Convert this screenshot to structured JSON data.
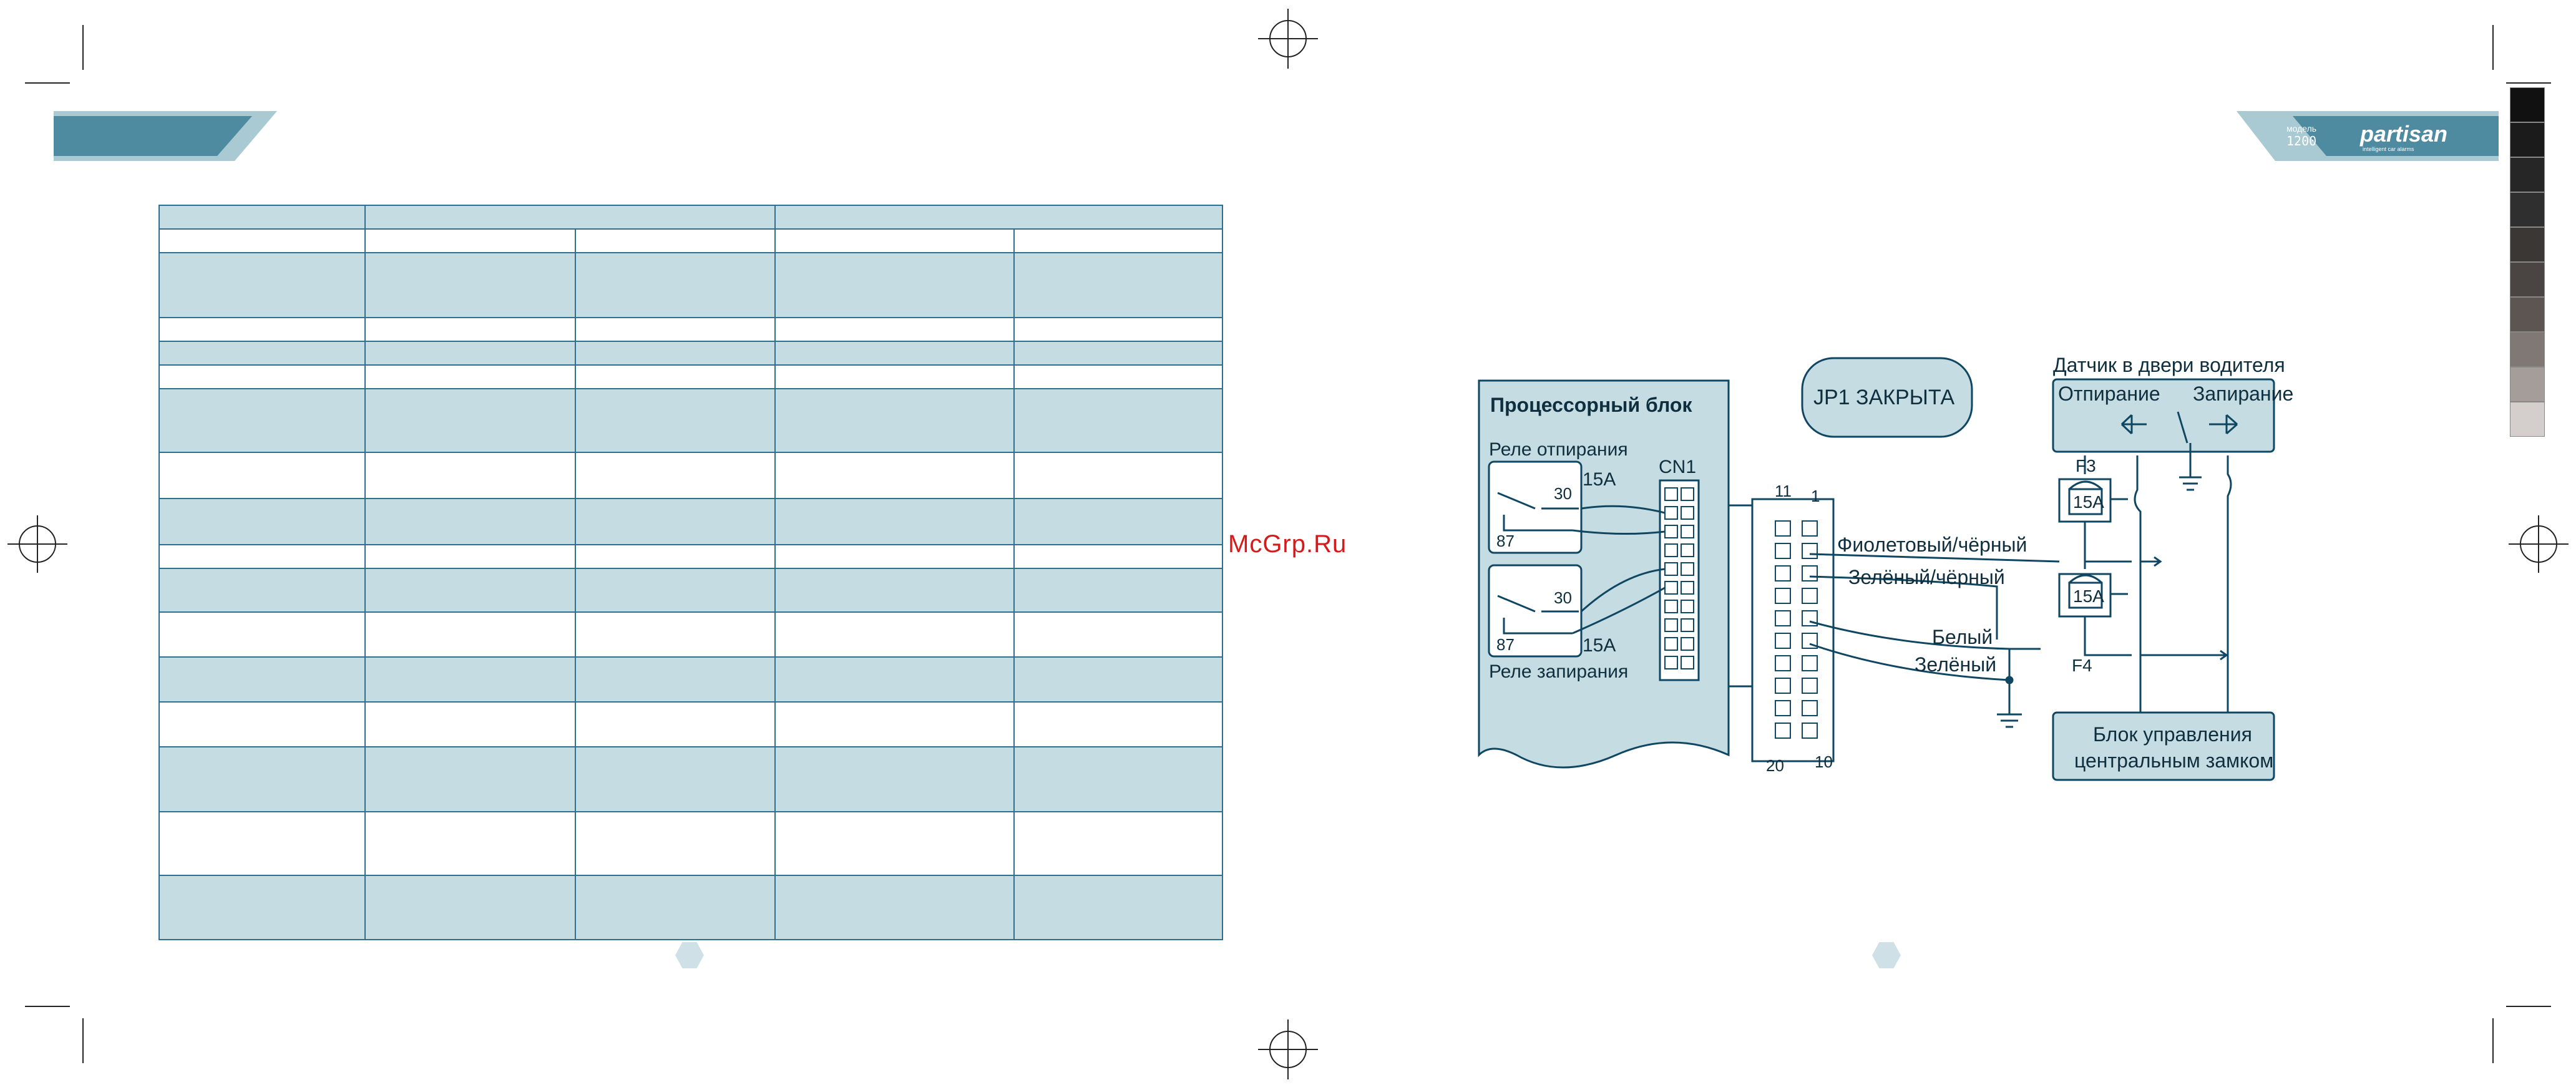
{
  "watermark": "McGrp.Ru",
  "logo": {
    "model_label": "модель",
    "model_number": "1200",
    "brand": "partisan",
    "tagline": "intelligent car alarms"
  },
  "diagram": {
    "processor_block": "Процессорный блок",
    "relay_unlock": "Реле отпирания",
    "relay_lock": "Реле запирания",
    "amp_unlock": "15A",
    "amp_lock": "15A",
    "pin30_top": "30",
    "pin87_top": "87",
    "pin30_bottom": "30",
    "pin87_bottom": "87",
    "connector_name": "CN1",
    "pin_11": "11",
    "pin_1": "1",
    "pin_20": "20",
    "pin_10": "10",
    "jumper": "JP1 ЗАКРЫТА",
    "door_sensor": "Датчик в двери водителя",
    "unlock": "Отпирание",
    "lock": "Запирание",
    "fuse_f3": "F3",
    "fuse_f4": "F4",
    "fuse_f3_rating": "15A",
    "fuse_f4_rating": "15A",
    "wire_violet_black": "Фиолетовый/чёрный",
    "wire_green_black": "Зелёный/чёрный",
    "wire_white": "Белый",
    "wire_green": "Зелёный",
    "central_lock_line1": "Блок управления",
    "central_lock_line2": "центральным замком"
  },
  "colors": {
    "accent": "#2f6f8e",
    "header_band": "#4e8aa0",
    "panel": "#c5dce3",
    "watermark": "#d61a1a",
    "swatches": [
      "#111111",
      "#1b1b1b",
      "#262626",
      "#2f2f2f",
      "#3b3735",
      "#4a4442",
      "#5c5552",
      "#807874",
      "#a59d99",
      "#d4cfcd"
    ]
  }
}
